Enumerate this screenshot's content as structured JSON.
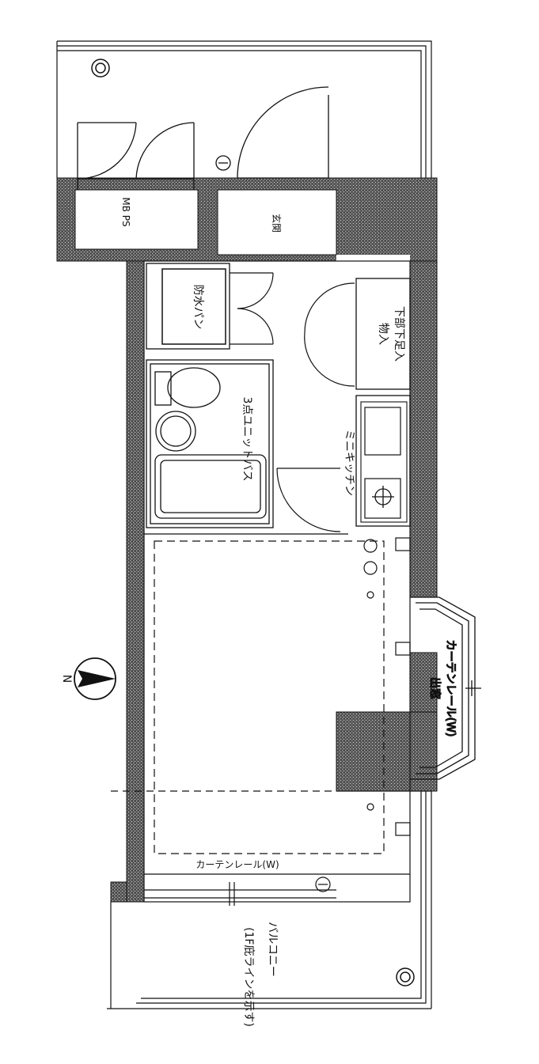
{
  "rooms": {
    "mb_ps": "MB PS",
    "entrance": "玄関",
    "waterproof_pan": "防水パン",
    "storage": "物入",
    "storage_note": "下部下足入",
    "unit_bath": "3点ユニットバス",
    "mini_kitchen": "ミニキッチン",
    "bay_window": "出窓",
    "curtain_rail_bay": "カーテンレール(W)",
    "curtain_rail_balcony": "カーテンレール(W)",
    "balcony": "バルコニー",
    "floor_line_note": "(1F庇ラインを示す)",
    "north_letter": "N"
  },
  "colors": {
    "wall": "#4a4a4a",
    "line": "#111111",
    "background": "#ffffff"
  },
  "icons": [
    "north-arrow-icon",
    "door-swing-icon",
    "stove-icon",
    "sink-icon",
    "toilet-icon",
    "outlet-icon"
  ]
}
